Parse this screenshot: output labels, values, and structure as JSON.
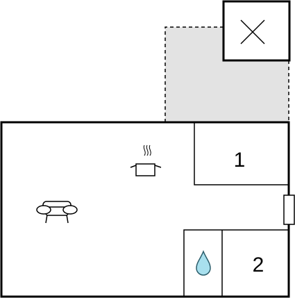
{
  "floor_plan": {
    "colors": {
      "wall": "#000000",
      "floor": "#ffffff",
      "outdoor_area": "#e3e3e3",
      "water_drop": "#a8e0ee",
      "water_drop_stroke": "#2b5d6b"
    },
    "rooms": [
      {
        "id": "bedroom",
        "label": "1"
      },
      {
        "id": "bathroom",
        "label": "2"
      }
    ],
    "icons": [
      {
        "name": "stair-cross-icon",
        "meaning": "staircase"
      },
      {
        "name": "cooking-pot-icon",
        "meaning": "kitchen"
      },
      {
        "name": "sofa-icon",
        "meaning": "living room"
      },
      {
        "name": "water-drop-icon",
        "meaning": "bathroom"
      },
      {
        "name": "door-icon",
        "meaning": "entrance"
      }
    ]
  }
}
